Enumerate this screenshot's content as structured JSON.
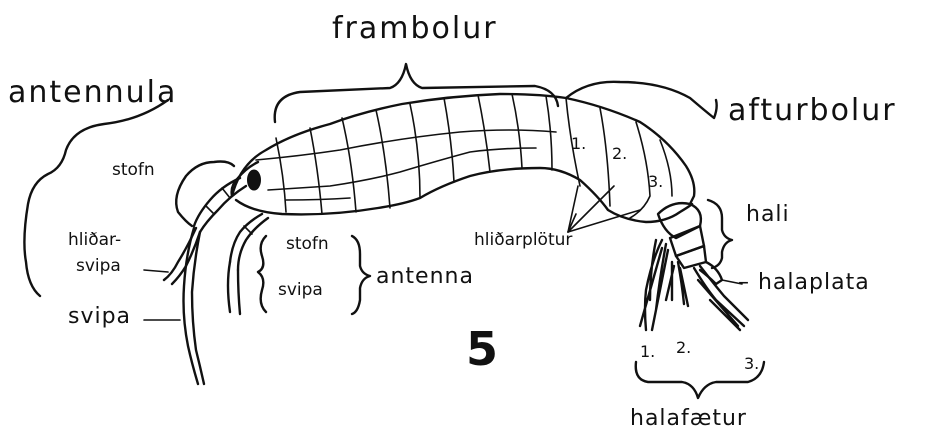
{
  "figure": {
    "number": "5",
    "labels": {
      "frambolur": "frambolur",
      "antennula": "antennula",
      "afturbolur": "afturbolur",
      "stofn_antennula": "stofn",
      "hlidarsvipa_line1": "hliðar-",
      "hlidarsvipa_line2": "svipa",
      "svipa_antennula": "svipa",
      "stofn_antenna": "stofn",
      "svipa_antenna": "svipa",
      "antenna": "antenna",
      "hlidarplotur": "hliðarplötur",
      "hali": "hali",
      "halaplata": "– halaplata",
      "halafaetur": "halafætur"
    },
    "numbers": {
      "plate_1": "1.",
      "plate_2": "2.",
      "plate_3": "3.",
      "leg_1": "1.",
      "leg_2": "2.",
      "leg_3": "3."
    }
  }
}
